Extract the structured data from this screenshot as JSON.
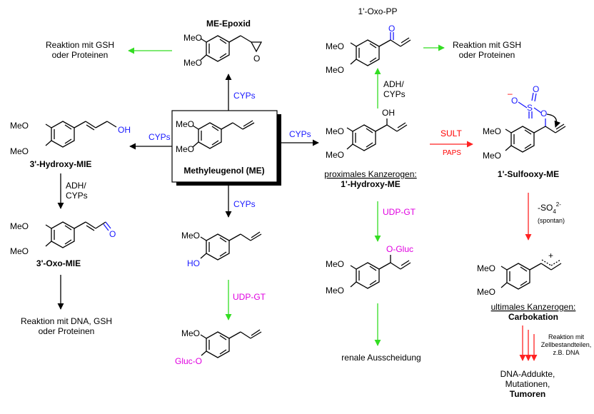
{
  "center": {
    "label": "Methyleugenol (ME)",
    "meo1": "MeO",
    "meo2": "MeO"
  },
  "epoxide": {
    "title": "ME-Epoxid",
    "meo1": "MeO",
    "meo2": "MeO",
    "o": "O",
    "enzyme": "CYPs"
  },
  "epoxide_fate": {
    "line1": "Reaktion mit GSH",
    "line2": "oder Proteinen"
  },
  "hydroxy_mie": {
    "title": "3'-Hydroxy-MIE",
    "meo1": "MeO",
    "meo2": "MeO",
    "oh": "OH",
    "enzyme": "CYPs"
  },
  "oxo_mie": {
    "title": "3'-Oxo-MIE",
    "meo1": "MeO",
    "meo2": "MeO",
    "o": "O",
    "enzyme_line1": "ADH/",
    "enzyme_line2": "CYPs"
  },
  "oxo_mie_fate": {
    "line1": "Reaktion mit DNA, GSH",
    "line2": "oder Proteinen"
  },
  "phenol": {
    "meo": "MeO",
    "ho": "HO",
    "enzyme": "CYPs"
  },
  "phenol_gluc": {
    "meo": "MeO",
    "gluc": "Gluc-O",
    "enzyme": "UDP-GT"
  },
  "hydroxy_me": {
    "title_line1": "proximales Kanzerogen:",
    "title_line2": "1'-Hydroxy-ME",
    "meo1": "MeO",
    "meo2": "MeO",
    "oh": "OH",
    "enzyme": "CYPs"
  },
  "oxo_pp": {
    "title": "1'-Oxo-PP",
    "meo1": "MeO",
    "meo2": "MeO",
    "o": "O",
    "enzyme_line1": "ADH/",
    "enzyme_line2": "CYPs"
  },
  "oxo_pp_fate": {
    "line1": "Reaktion mit GSH",
    "line2": "oder Proteinen"
  },
  "glucuronide": {
    "meo1": "MeO",
    "meo2": "MeO",
    "ogluc": "O-Gluc",
    "enzyme": "UDP-GT",
    "fate": "renale Ausscheidung"
  },
  "sulfooxy": {
    "title": "1'-Sulfooxy-ME",
    "meo1": "MeO",
    "meo2": "MeO",
    "enzyme": "SULT",
    "cofactor": "PAPS",
    "minus": "–",
    "o1": "O",
    "s": "S",
    "o2": "O",
    "o3": "O"
  },
  "loss": {
    "label": "-SO",
    "sub": "4",
    "sup": "2-",
    "note": "(spontan)"
  },
  "carbocation": {
    "title_line1": "ultimales Kanzerogen:",
    "title_line2": "Carbokation",
    "meo1": "MeO",
    "meo2": "MeO",
    "plus": "+"
  },
  "reaction_note": {
    "line1": "Reaktion mit",
    "line2": "Zellbestandteilen,",
    "line3": "z.B. DNA"
  },
  "final": {
    "line1": "DNA-Addukte,",
    "line2": "Mutationen,",
    "line3": "Tumoren"
  },
  "colors": {
    "green_arrow": "#33dd22",
    "red_arrow": "#ff2222",
    "enzyme_blue": "#1a1aff",
    "gluc_magenta": "#e000e0"
  }
}
